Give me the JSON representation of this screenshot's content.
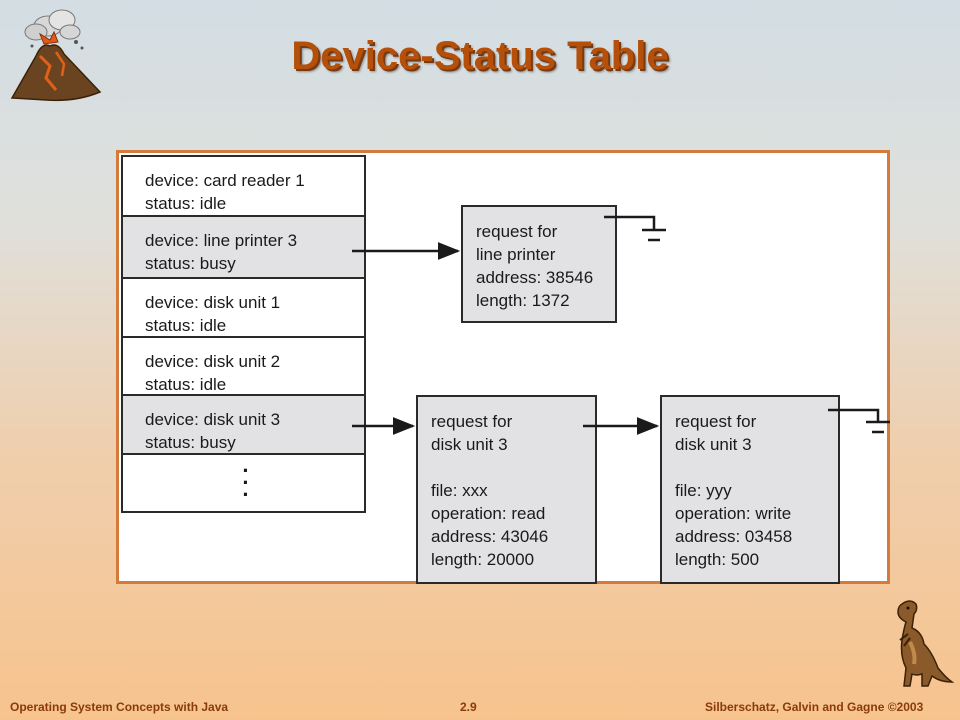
{
  "slide": {
    "title": "Device-Status Table",
    "footer_left": "Operating System Concepts with Java",
    "footer_center": "2.9",
    "footer_right": "Silberschatz, Galvin and Gagne ©2003"
  },
  "icons": [
    "volcano-icon",
    "dinosaur-icon"
  ],
  "device_table": [
    {
      "device": "device: card reader 1",
      "status": "status: idle"
    },
    {
      "device": "device: line printer 3",
      "status": "status: busy"
    },
    {
      "device": "device: disk unit 1",
      "status": "status: idle"
    },
    {
      "device": "device: disk unit 2",
      "status": "status: idle"
    },
    {
      "device": "device: disk unit 3",
      "status": "status: busy"
    }
  ],
  "requests": {
    "printer": [
      "request for",
      "line printer",
      "address: 38546",
      "length: 1372"
    ],
    "disk_a": [
      "request for",
      "disk unit 3",
      "",
      "file: xxx",
      "operation: read",
      "address: 43046",
      "length: 20000"
    ],
    "disk_b": [
      "request for",
      "disk unit 3",
      "",
      "file: yyy",
      "operation: write",
      "address: 03458",
      "length: 500"
    ]
  },
  "colors": {
    "title": "#b4500a",
    "frame_border": "#d47a3a",
    "box_fill": "#e2e2e5",
    "footer": "#8a3a0c"
  }
}
